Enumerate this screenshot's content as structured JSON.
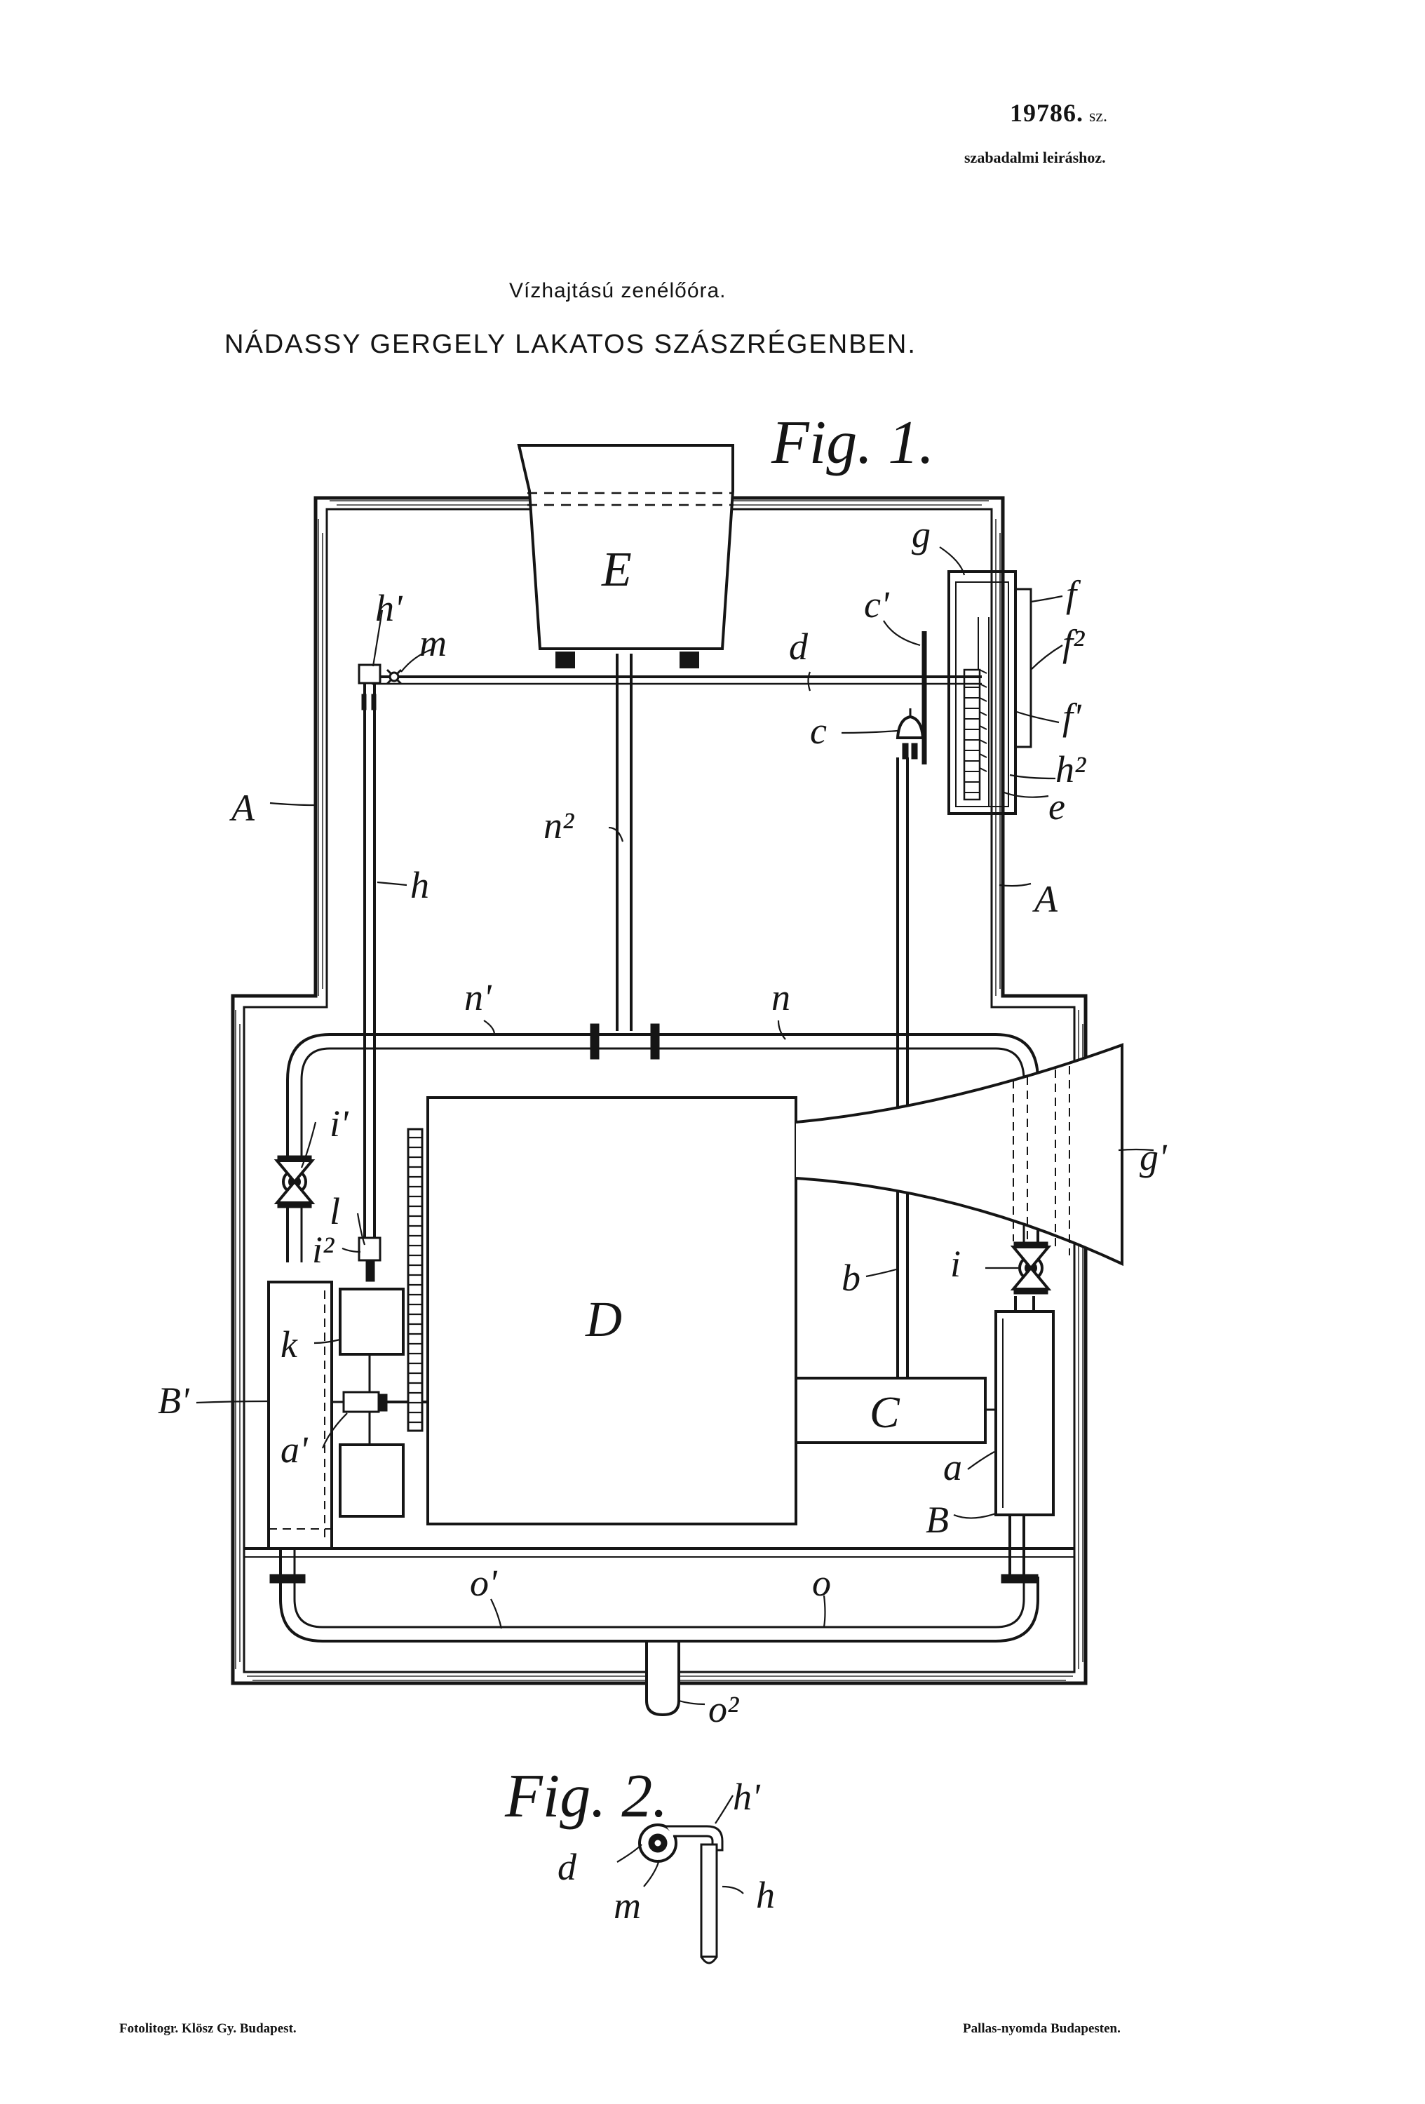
{
  "header": {
    "patent_number": "19786.",
    "sz": "sz.",
    "subtitle": "szabadalmi leiráshoz."
  },
  "title": {
    "line1": "Vízhajtású zenélőóra.",
    "line2": "NÁDASSY GERGELY LAKATOS SZÁSZRÉGENBEN."
  },
  "figures": {
    "fig1": "Fig. 1.",
    "fig2": "Fig. 2."
  },
  "labels": {
    "A_left": "A",
    "A_right": "A",
    "E": "E",
    "D": "D",
    "C": "C",
    "B": "B",
    "B1": "B'",
    "a": "a",
    "a1": "a'",
    "b": "b",
    "c": "c",
    "c1": "c'",
    "d": "d",
    "e": "e",
    "f": "f",
    "f1": "f'",
    "f2": "f²",
    "g": "g",
    "g1": "g'",
    "h": "h",
    "h1": "h'",
    "h2": "h²",
    "i": "i",
    "i1": "i'",
    "i2": "i²",
    "k": "k",
    "l": "l",
    "m": "m",
    "n": "n",
    "n1": "n'",
    "n2": "n²",
    "o": "o",
    "o1": "o'",
    "o2": "o²"
  },
  "fig2_labels": {
    "h1": "h'",
    "d": "d",
    "m": "m",
    "h": "h"
  },
  "footer": {
    "left": "Fotolitogr. Klösz Gy. Budapest.",
    "right": "Pallas-nyomda Budapesten."
  }
}
